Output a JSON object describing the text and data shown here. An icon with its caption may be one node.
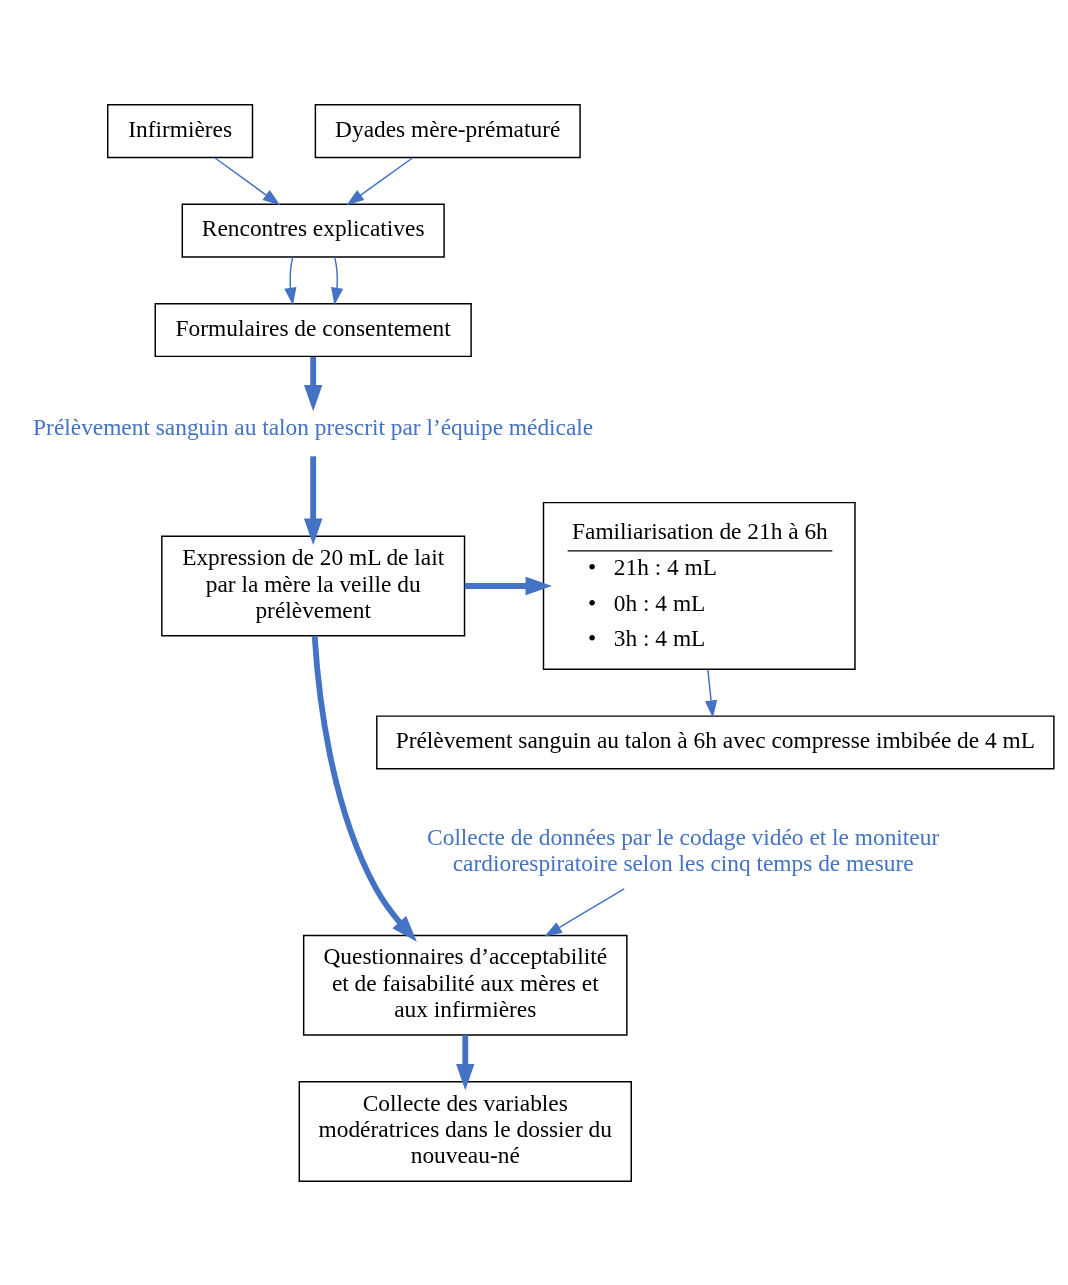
{
  "diagram": {
    "nodes": [
      {
        "text": [
          "Infirmières"
        ]
      },
      {
        "text": [
          "Dyades mère-prématuré"
        ]
      },
      {
        "text": [
          "Rencontres explicatives"
        ]
      },
      {
        "text": [
          "Formulaires de consentement"
        ]
      },
      {
        "text": [
          "Prélèvement sanguin au talon prescrit par l’équipe médicale"
        ]
      },
      {
        "text": [
          "Expression de 20 mL de lait par la mère la veille du prélèvement"
        ]
      },
      {
        "text": [
          "Familiarisation de 21h à 6h",
          "•   21h : 4 mL",
          "•   0h : 4 mL",
          "•   3h : 4 mL"
        ]
      },
      {
        "text": [
          "Prélèvement sanguin au talon à 6h avec compresse imbibée de 4 mL"
        ]
      },
      {
        "text": [
          "Collecte de données par le codage vidéo et le moniteur cardiorespiratoire selon les cinq temps de mesure"
        ]
      },
      {
        "text": [
          "Questionnaires d’acceptabilité et de faisabilité aux mères et aux infirmières"
        ]
      },
      {
        "text": [
          "Collecte des variables modératrices dans le dossier du nouveau-né"
        ]
      }
    ],
    "edges": [
      {
        "from": 0,
        "to": 2,
        "arrow": "to"
      },
      {
        "from": 1,
        "to": 2,
        "arrow": "to"
      },
      {
        "from": 2,
        "to": 3,
        "arrow": "to"
      },
      {
        "from": 2,
        "to": 3,
        "arrow": "to"
      },
      {
        "from": 3,
        "to": 4,
        "arrow": "to",
        "style": "thick"
      },
      {
        "from": 4,
        "to": 5,
        "arrow": "to",
        "style": "thick"
      },
      {
        "from": 5,
        "to": 6,
        "arrow": "to",
        "style": "thick"
      },
      {
        "from": 6,
        "to": 7,
        "arrow": "to"
      },
      {
        "from": 5,
        "to": 9,
        "arrow": "to",
        "style": "thick"
      },
      {
        "from": 8,
        "to": 9,
        "arrow": "to"
      },
      {
        "from": 9,
        "to": 10,
        "arrow": "to",
        "style": "thick"
      }
    ]
  }
}
